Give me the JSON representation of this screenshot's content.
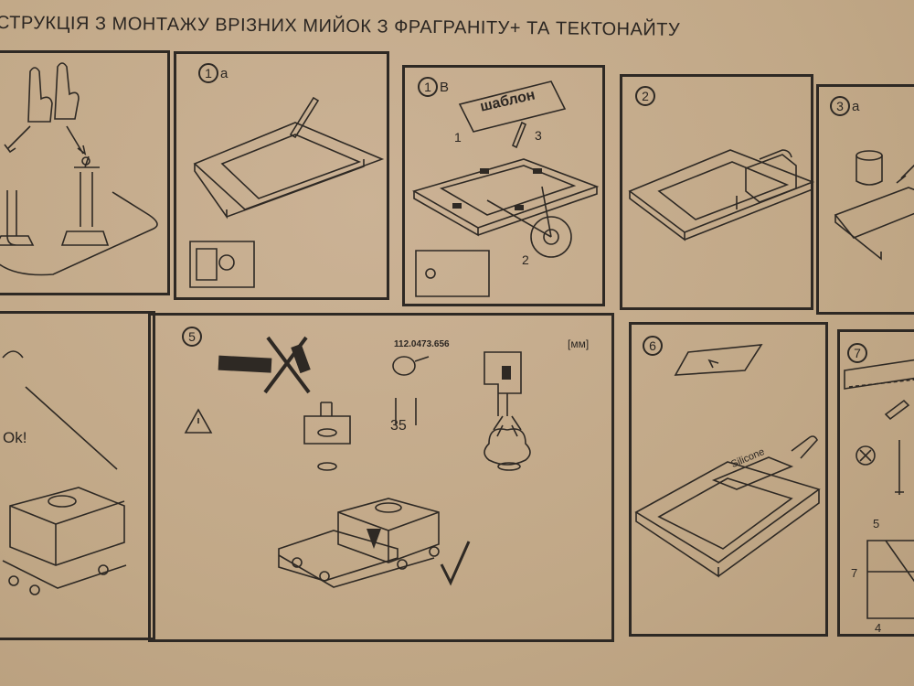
{
  "title": "СТРУКЦІЯ З МОНТАЖУ ВРІЗНИХ МИЙОК З ФРАГРАНІТУ+  ТА ТЕКТОНАЙТУ",
  "steps": {
    "s1a": {
      "num": "1",
      "suffix": "a"
    },
    "s1b": {
      "num": "1",
      "suffix": "B",
      "template_label": "шаблон",
      "n1": "1",
      "n2": "2",
      "n3": "3"
    },
    "s2": {
      "num": "2"
    },
    "s3a": {
      "num": "3",
      "suffix": "a"
    },
    "s4": {
      "ok": "Ok!"
    },
    "s5": {
      "num": "5",
      "code": "112.0473.656",
      "unit": "[мм]",
      "dim": "35"
    },
    "s6": {
      "num": "6",
      "silicone": "Silicone"
    },
    "s7": {
      "num": "7",
      "n5": "5",
      "n7": "7",
      "n4": "4"
    }
  },
  "colors": {
    "paper": "#c4ab8b",
    "ink": "#2e2924"
  }
}
